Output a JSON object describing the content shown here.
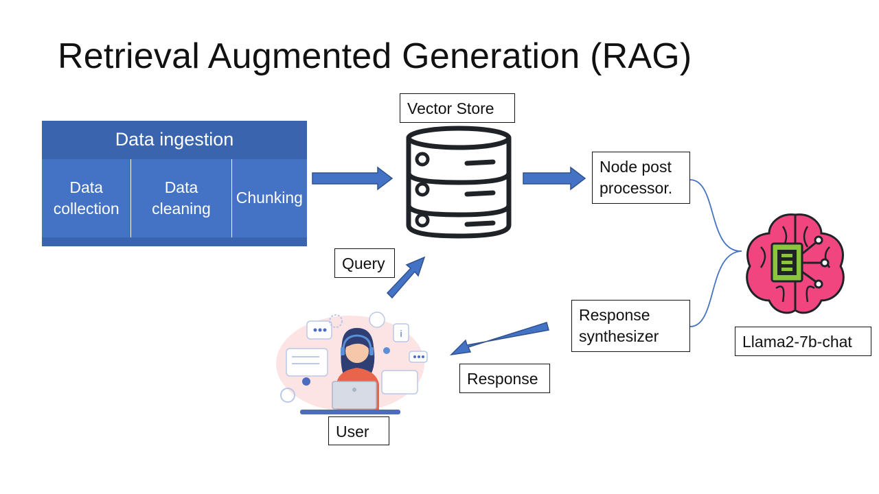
{
  "title": "Retrieval Augmented Generation (RAG)",
  "ingestion": {
    "header": "Data ingestion",
    "steps": [
      "Data collection",
      "Data cleaning",
      "Chunking"
    ]
  },
  "labels": {
    "vector_store": "Vector Store",
    "node_post_processor": "Node post processor.",
    "response_synthesizer": "Response synthesizer",
    "llm": "Llama2-7b-chat",
    "query": "Query",
    "response": "Response",
    "user": "User"
  },
  "colors": {
    "ingest_header": "#3a64ad",
    "ingest_cell": "#4472c4",
    "arrow_fill": "#4472c4",
    "arrow_stroke": "#2f528f",
    "brain": "#f0457f",
    "chip": "#8bc53f",
    "connector": "#4472c4"
  },
  "icons": [
    "database-icon",
    "brain-chip-icon",
    "support-agent-illustration"
  ]
}
